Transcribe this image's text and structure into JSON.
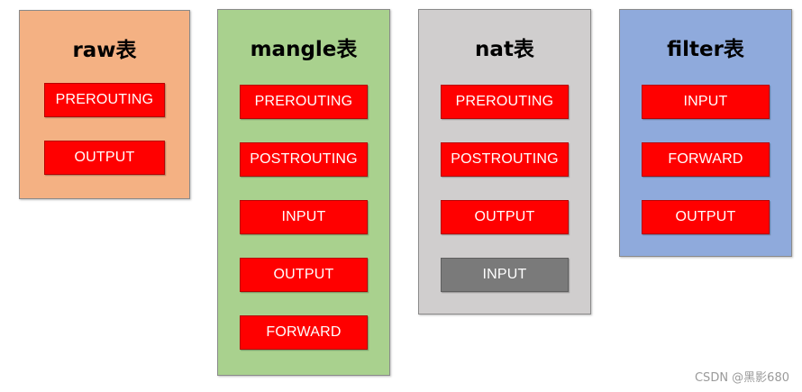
{
  "tables": [
    {
      "id": "raw",
      "title": "raw表",
      "bg_color": "#f4b183",
      "chains": [
        {
          "label": "PREROUTING",
          "style": "red"
        },
        {
          "label": "OUTPUT",
          "style": "red"
        }
      ]
    },
    {
      "id": "mangle",
      "title": "mangle表",
      "bg_color": "#a9d18e",
      "chains": [
        {
          "label": "PREROUTING",
          "style": "red"
        },
        {
          "label": "POSTROUTING",
          "style": "red"
        },
        {
          "label": "INPUT",
          "style": "red"
        },
        {
          "label": "OUTPUT",
          "style": "red"
        },
        {
          "label": "FORWARD",
          "style": "red"
        }
      ]
    },
    {
      "id": "nat",
      "title": "nat表",
      "bg_color": "#d0cece",
      "chains": [
        {
          "label": "PREROUTING",
          "style": "red"
        },
        {
          "label": "POSTROUTING",
          "style": "red"
        },
        {
          "label": "OUTPUT",
          "style": "red"
        },
        {
          "label": "INPUT",
          "style": "gray"
        }
      ]
    },
    {
      "id": "filter",
      "title": "filter表",
      "bg_color": "#8faadc",
      "chains": [
        {
          "label": "INPUT",
          "style": "red"
        },
        {
          "label": "FORWARD",
          "style": "red"
        },
        {
          "label": "OUTPUT",
          "style": "red"
        }
      ]
    }
  ],
  "watermark": "CSDN @黑影680"
}
